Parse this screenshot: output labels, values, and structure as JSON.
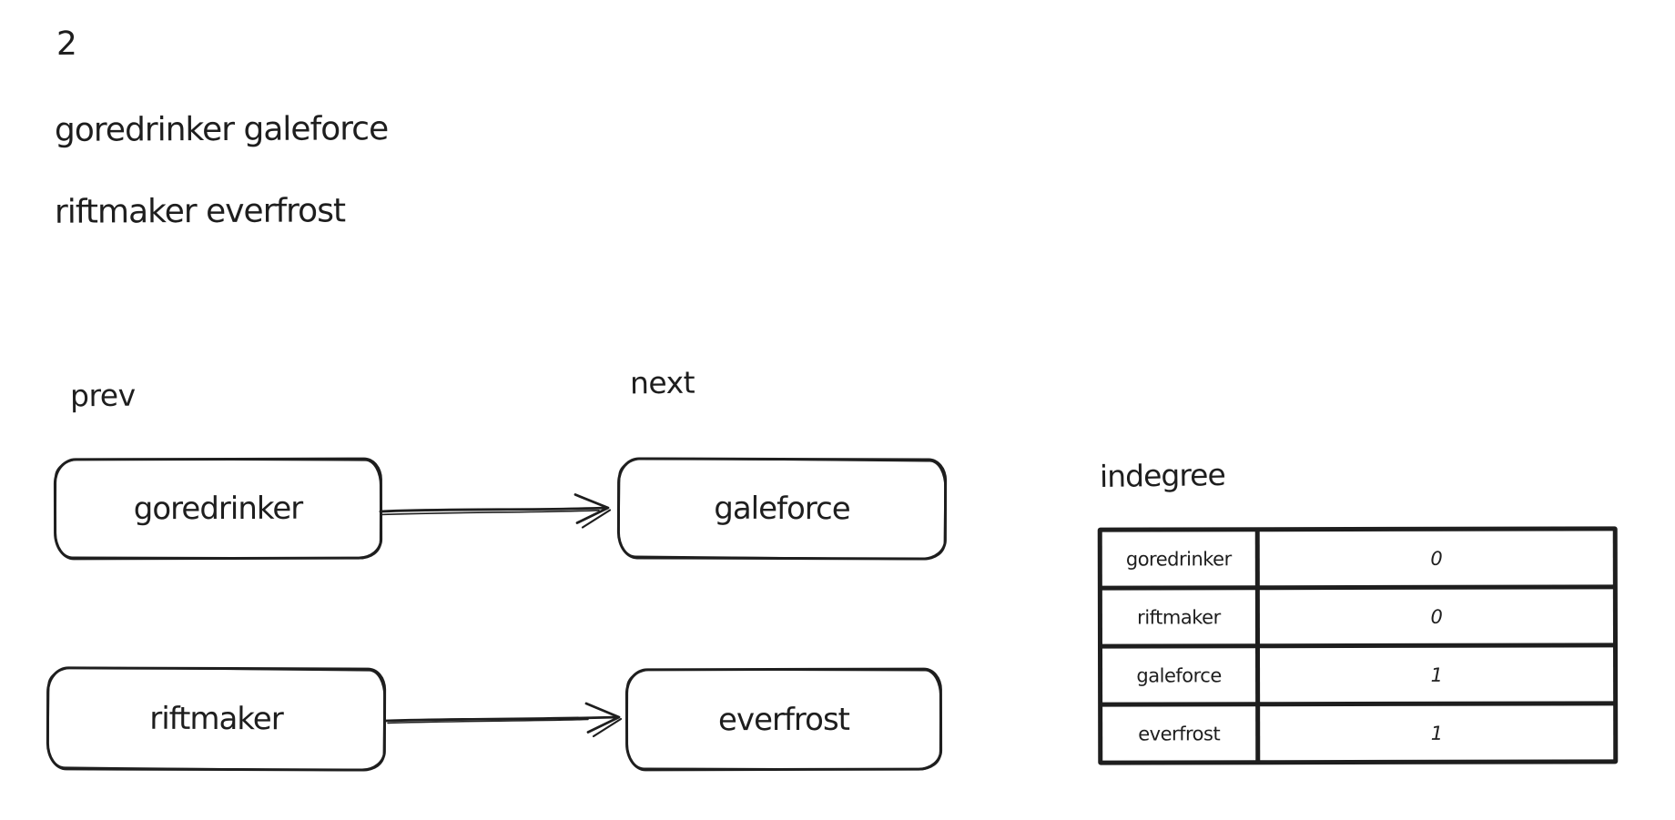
{
  "canvas": {
    "background": "#ffffff",
    "ink": "#1e1e1e"
  },
  "notes": {
    "count": "2",
    "edge1": "goredrinker galeforce",
    "edge2": "riftmaker everfrost"
  },
  "columns": {
    "prev": "prev",
    "next": "next"
  },
  "pairs": [
    {
      "prev": "goredrinker",
      "next": "galeforce"
    },
    {
      "prev": "riftmaker",
      "next": "everfrost"
    }
  ],
  "indegree_table": {
    "title": "indegree",
    "rows": [
      {
        "item": "goredrinker",
        "value": "0"
      },
      {
        "item": "riftmaker",
        "value": "0"
      },
      {
        "item": "galeforce",
        "value": "1"
      },
      {
        "item": "everfrost",
        "value": "1"
      }
    ]
  }
}
